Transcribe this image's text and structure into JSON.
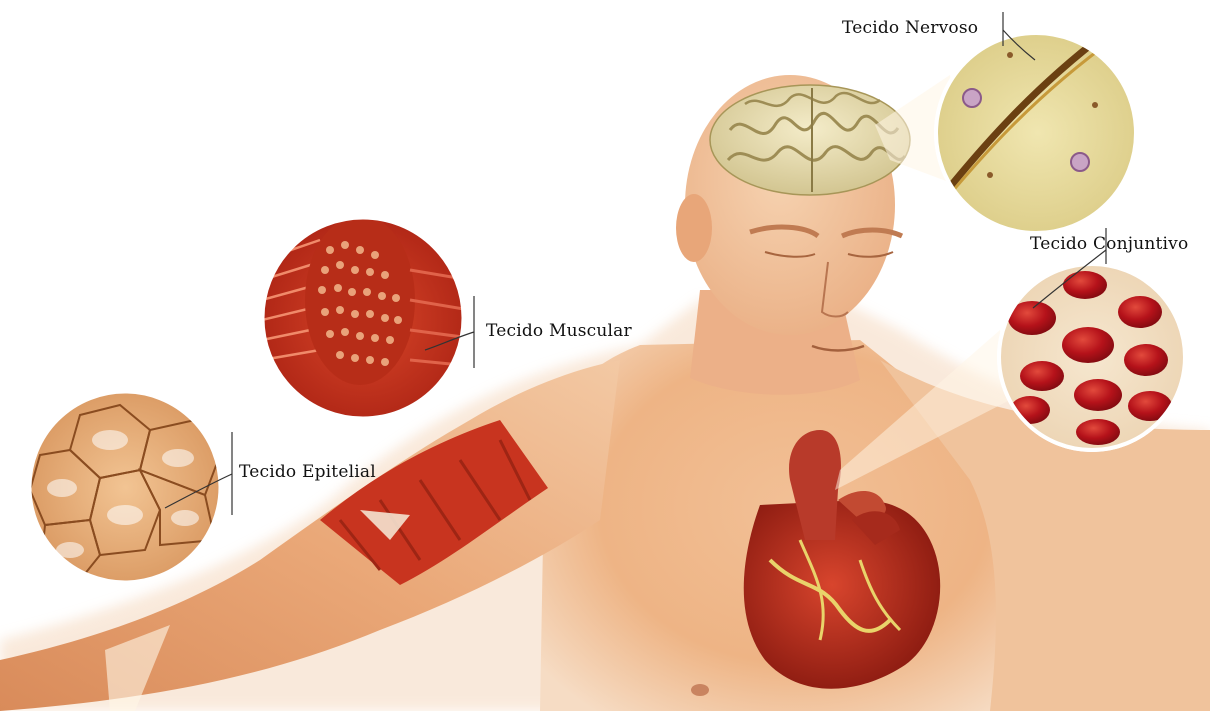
{
  "labels": {
    "nervoso": "Tecido Nervoso",
    "conjuntivo": "Tecido Conjuntivo",
    "muscular": "Tecido Muscular",
    "epitelial": "Tecido Epitelial"
  },
  "colors": {
    "background": "#ffffff",
    "skin_light": "#f6dcc4",
    "skin_mid": "#eeb98d",
    "skin_dark": "#d98b5a",
    "muscle_red": "#c4321f",
    "blood_cell": "#c0141a",
    "nerve_yellow": "#efe3a6",
    "brain": "#ece2b8",
    "heart": "#b52a1c",
    "label_text": "#111111"
  },
  "icons": [
    "human-torso",
    "brain",
    "heart",
    "nerve-tissue-circle",
    "blood-cells-circle",
    "muscle-fibers-circle",
    "epithelial-cells-circle"
  ]
}
